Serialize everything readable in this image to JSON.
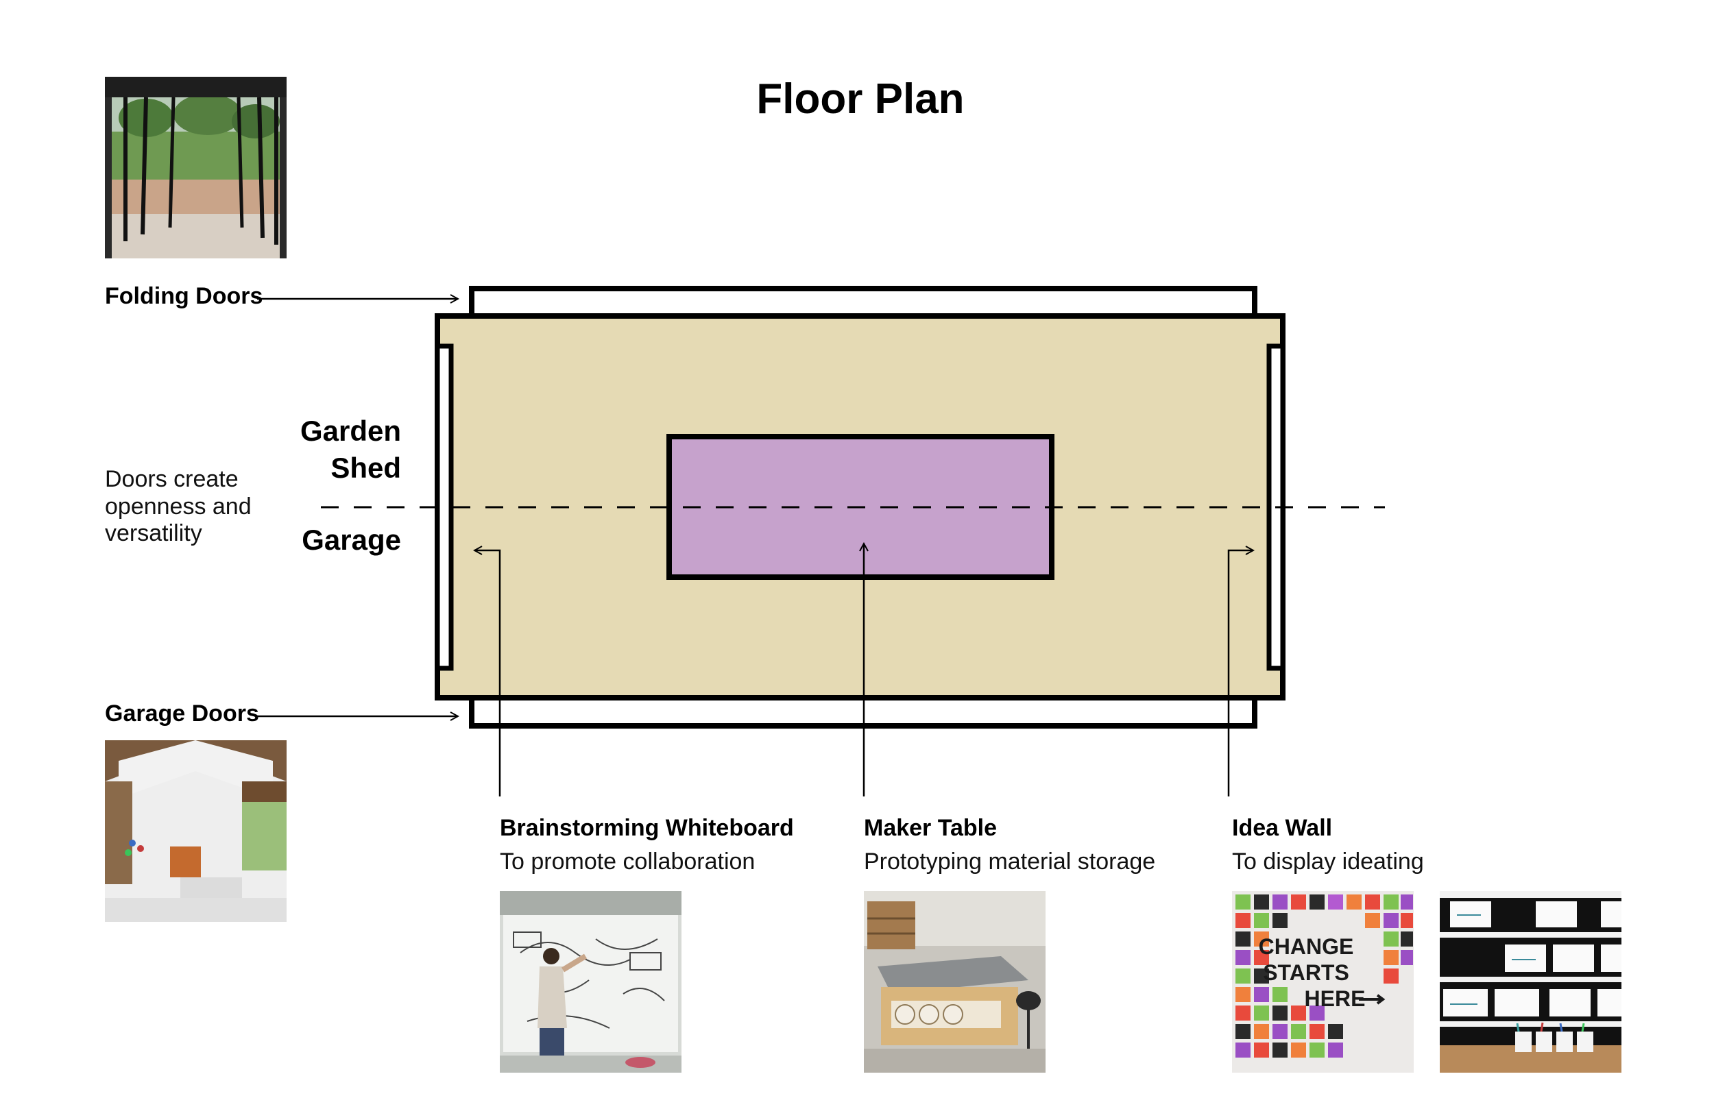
{
  "title": "Floor Plan",
  "labels": {
    "folding_doors": "Folding Doors",
    "garage_doors": "Garage Doors",
    "garden": "Garden",
    "shed": "Shed",
    "garage": "Garage",
    "note_line1": "Doors create",
    "note_line2": "openness and",
    "note_line3": "versatility"
  },
  "features": [
    {
      "name": "Brainstorming Whiteboard",
      "description": "To promote collaboration"
    },
    {
      "name": "Maker Table",
      "description": "Prototyping material storage"
    },
    {
      "name": "Idea Wall",
      "description": "To display ideating"
    }
  ],
  "sign": {
    "line1": "CHANGE",
    "line2": "STARTS",
    "line3": "HERE"
  },
  "colors": {
    "room_fill": "#e5dab4",
    "table_fill": "#c6a2cc",
    "line": "#000000"
  }
}
